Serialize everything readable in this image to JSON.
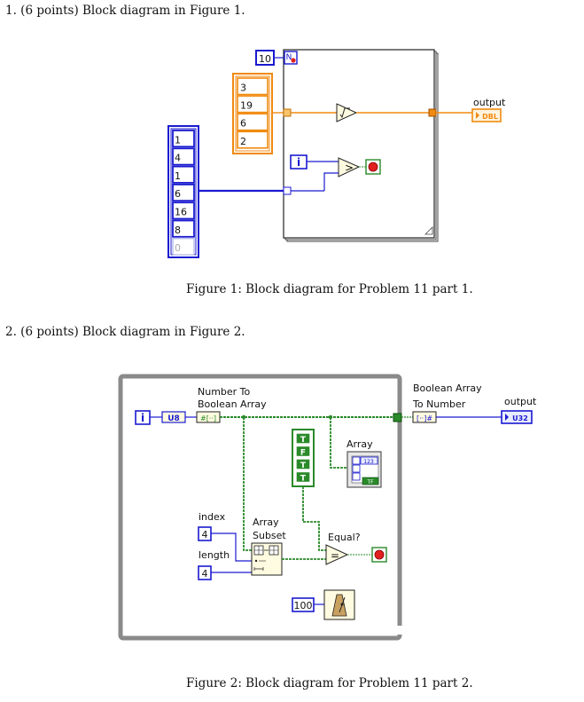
{
  "problem1": {
    "heading": "1.  (6 points) Block diagram in Figure 1.",
    "caption": "Figure 1: Block diagram for Problem 11 part 1.",
    "loop_count": "10",
    "loop_count_terminal": "N",
    "orange_array": [
      "3",
      "19",
      "6",
      "2"
    ],
    "blue_array": [
      "1",
      "4",
      "1",
      "6",
      "16",
      "8",
      "0"
    ],
    "iteration_terminal": "i",
    "output_label": "output",
    "output_type": "DBL"
  },
  "problem2": {
    "heading": "2.  (6 points) Block diagram in Figure 2.",
    "caption": "Figure 2: Block diagram for Problem 11 part 2.",
    "iteration_terminal": "i",
    "u8_label": "U8",
    "num_to_bool_label": [
      "Number To",
      "Boolean Array"
    ],
    "bool_to_num_label": [
      "Boolean Array",
      "To Number"
    ],
    "output_label": "output",
    "output_type": "U32",
    "bool_constants": [
      "T",
      "F",
      "T",
      "T"
    ],
    "array_label": "Array",
    "array_indicator_text": "123",
    "array_indicator_tf": "TF",
    "index_label": "index",
    "index_value": "4",
    "length_label": "length",
    "length_value": "4",
    "array_subset_label": [
      "Array",
      "Subset"
    ],
    "equal_label": "Equal?",
    "wait_value": "100"
  }
}
